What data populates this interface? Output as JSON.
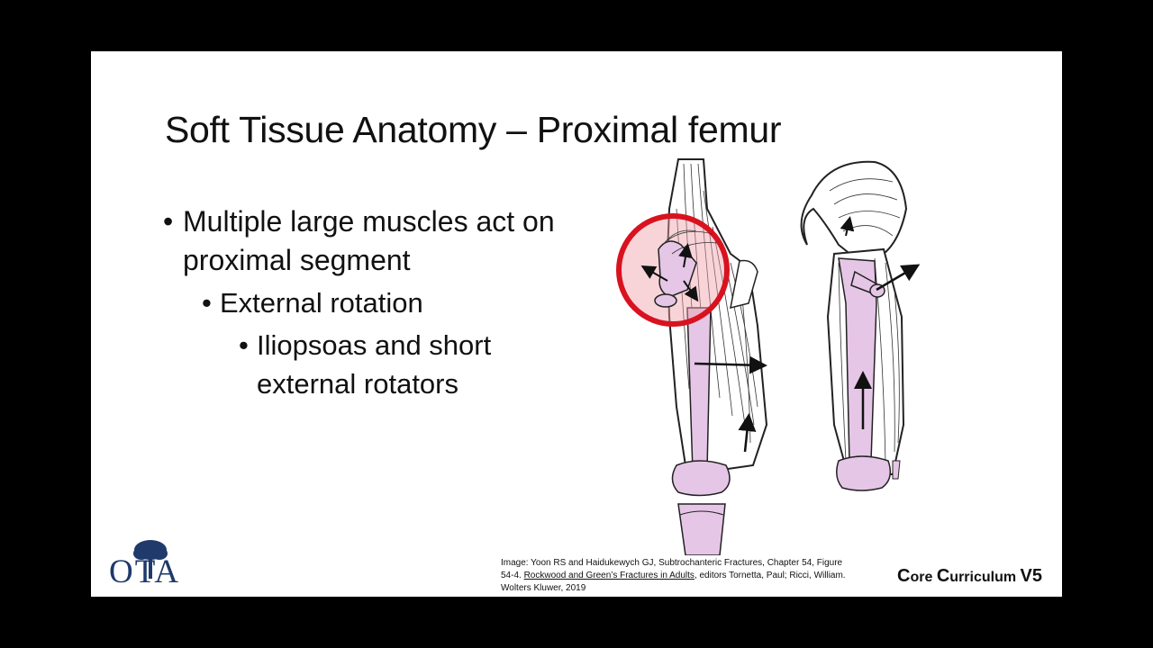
{
  "slide": {
    "title": "Soft Tissue Anatomy – Proximal femur",
    "bullets": {
      "level1": "Multiple large muscles act on proximal segment",
      "level2": "External rotation",
      "level3": "Iliopsoas and short external rotators"
    },
    "bullet_glyph": "•"
  },
  "footer": {
    "logo_text": "OTA",
    "citation_part1": "Image: Yoon RS and Haidukewych GJ, Subtrochanteric Fractures, Chapter 54, Figure 54-4. ",
    "citation_book": "Rockwood and Green’s Fractures in Adults",
    "citation_part2": ", editors Tornetta, Paul; Ricci, William. Wolters Kluwer, 2019",
    "brand": {
      "c1_big": "C",
      "c1_small": "ore ",
      "c2_big": "C",
      "c2_small": "urriculum ",
      "version": "V5"
    }
  },
  "colors": {
    "bone_fill": "#e6c6e6",
    "highlight_circle": "#d9121f",
    "logo_blue": "#1f3a6b"
  }
}
